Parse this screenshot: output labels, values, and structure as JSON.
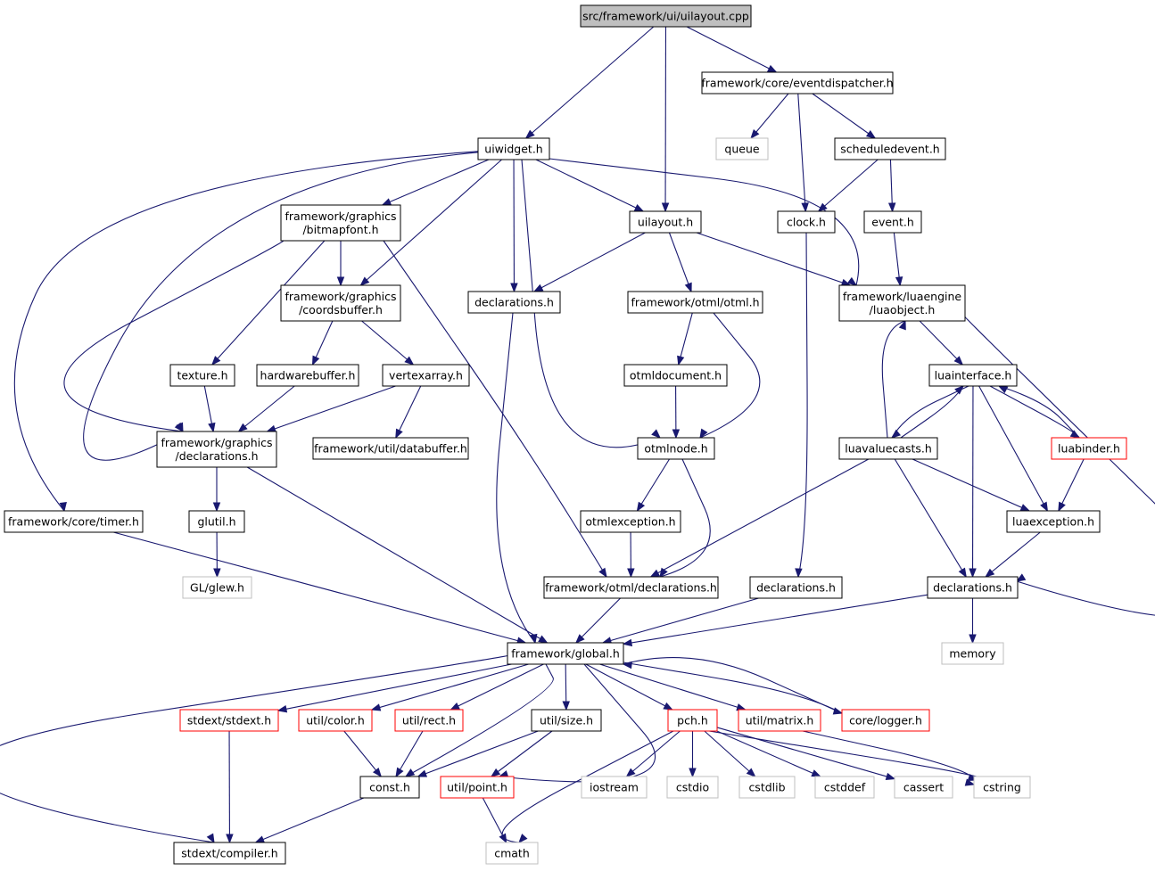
{
  "colors": {
    "edge": "#191970",
    "root_fill": "#bfbfbf",
    "normal_border": "#000000",
    "truncated_border": "#ff0000",
    "external_border": "#bfbfbf",
    "external_text": "#333333"
  },
  "nodes": {
    "root": {
      "kind": "root",
      "lines": [
        "src/framework/ui/uilayout.cpp"
      ]
    },
    "eventdispatcher": {
      "kind": "normal",
      "lines": [
        "framework/core/eventdispatcher.h"
      ]
    },
    "uiwidget": {
      "kind": "normal",
      "lines": [
        "uiwidget.h"
      ]
    },
    "queue": {
      "kind": "external",
      "lines": [
        "queue"
      ]
    },
    "scheduledevent": {
      "kind": "normal",
      "lines": [
        "scheduledevent.h"
      ]
    },
    "bitmapfont": {
      "kind": "normal",
      "lines": [
        "framework/graphics",
        "/bitmapfont.h"
      ]
    },
    "uilayout_h": {
      "kind": "normal",
      "lines": [
        "uilayout.h"
      ]
    },
    "clock": {
      "kind": "normal",
      "lines": [
        "clock.h"
      ]
    },
    "event": {
      "kind": "normal",
      "lines": [
        "event.h"
      ]
    },
    "coordsbuffer": {
      "kind": "normal",
      "lines": [
        "framework/graphics",
        "/coordsbuffer.h"
      ]
    },
    "ui_declarations": {
      "kind": "normal",
      "lines": [
        "declarations.h"
      ]
    },
    "otml": {
      "kind": "normal",
      "lines": [
        "framework/otml/otml.h"
      ]
    },
    "luaobject": {
      "kind": "normal",
      "lines": [
        "framework/luaengine",
        "/luaobject.h"
      ]
    },
    "texture": {
      "kind": "normal",
      "lines": [
        "texture.h"
      ]
    },
    "hardwarebuffer": {
      "kind": "normal",
      "lines": [
        "hardwarebuffer.h"
      ]
    },
    "vertexarray": {
      "kind": "normal",
      "lines": [
        "vertexarray.h"
      ]
    },
    "otmldocument": {
      "kind": "normal",
      "lines": [
        "otmldocument.h"
      ]
    },
    "luainterface": {
      "kind": "normal",
      "lines": [
        "luainterface.h"
      ]
    },
    "gfx_declarations": {
      "kind": "normal",
      "lines": [
        "framework/graphics",
        "/declarations.h"
      ]
    },
    "databuffer": {
      "kind": "normal",
      "lines": [
        "framework/util/databuffer.h"
      ]
    },
    "otmlnode": {
      "kind": "normal",
      "lines": [
        "otmlnode.h"
      ]
    },
    "luavaluecasts": {
      "kind": "normal",
      "lines": [
        "luavaluecasts.h"
      ]
    },
    "luabinder": {
      "kind": "truncated",
      "lines": [
        "luabinder.h"
      ]
    },
    "timer": {
      "kind": "normal",
      "lines": [
        "framework/core/timer.h"
      ]
    },
    "glutil": {
      "kind": "normal",
      "lines": [
        "glutil.h"
      ]
    },
    "otmlexception": {
      "kind": "normal",
      "lines": [
        "otmlexception.h"
      ]
    },
    "luaexception": {
      "kind": "normal",
      "lines": [
        "luaexception.h"
      ]
    },
    "glew": {
      "kind": "external",
      "lines": [
        "GL/glew.h"
      ]
    },
    "otml_declarations": {
      "kind": "normal",
      "lines": [
        "framework/otml/declarations.h"
      ]
    },
    "core_declarations": {
      "kind": "normal",
      "lines": [
        "declarations.h"
      ]
    },
    "lua_declarations": {
      "kind": "normal",
      "lines": [
        "declarations.h"
      ]
    },
    "global": {
      "kind": "normal",
      "lines": [
        "framework/global.h"
      ]
    },
    "memory": {
      "kind": "external",
      "lines": [
        "memory"
      ]
    },
    "stdext": {
      "kind": "truncated",
      "lines": [
        "stdext/stdext.h"
      ]
    },
    "color": {
      "kind": "truncated",
      "lines": [
        "util/color.h"
      ]
    },
    "rect": {
      "kind": "truncated",
      "lines": [
        "util/rect.h"
      ]
    },
    "size": {
      "kind": "normal",
      "lines": [
        "util/size.h"
      ]
    },
    "pch": {
      "kind": "truncated",
      "lines": [
        "pch.h"
      ]
    },
    "matrix": {
      "kind": "truncated",
      "lines": [
        "util/matrix.h"
      ]
    },
    "logger": {
      "kind": "truncated",
      "lines": [
        "core/logger.h"
      ]
    },
    "const": {
      "kind": "normal",
      "lines": [
        "const.h"
      ]
    },
    "point": {
      "kind": "truncated",
      "lines": [
        "util/point.h"
      ]
    },
    "iostream": {
      "kind": "external",
      "lines": [
        "iostream"
      ]
    },
    "cstdio": {
      "kind": "external",
      "lines": [
        "cstdio"
      ]
    },
    "cstdlib": {
      "kind": "external",
      "lines": [
        "cstdlib"
      ]
    },
    "cstddef": {
      "kind": "external",
      "lines": [
        "cstddef"
      ]
    },
    "cassert": {
      "kind": "external",
      "lines": [
        "cassert"
      ]
    },
    "cstring": {
      "kind": "external",
      "lines": [
        "cstring"
      ]
    },
    "compiler": {
      "kind": "normal",
      "lines": [
        "stdext/compiler.h"
      ]
    },
    "cmath": {
      "kind": "external",
      "lines": [
        "cmath"
      ]
    }
  },
  "edges": [
    [
      "root",
      "uiwidget"
    ],
    [
      "root",
      "uilayout_h"
    ],
    [
      "root",
      "eventdispatcher"
    ],
    [
      "eventdispatcher",
      "queue"
    ],
    [
      "eventdispatcher",
      "clock"
    ],
    [
      "eventdispatcher",
      "scheduledevent"
    ],
    [
      "scheduledevent",
      "clock"
    ],
    [
      "scheduledevent",
      "event"
    ],
    [
      "event",
      "luaobject"
    ],
    [
      "clock",
      "core_declarations"
    ],
    [
      "uiwidget",
      "timer"
    ],
    [
      "uiwidget",
      "gfx_declarations"
    ],
    [
      "uiwidget",
      "bitmapfont"
    ],
    [
      "uiwidget",
      "coordsbuffer"
    ],
    [
      "uiwidget",
      "ui_declarations"
    ],
    [
      "uiwidget",
      "otmlnode"
    ],
    [
      "uiwidget",
      "uilayout_h"
    ],
    [
      "uiwidget",
      "luaobject"
    ],
    [
      "uilayout_h",
      "ui_declarations"
    ],
    [
      "uilayout_h",
      "otml"
    ],
    [
      "uilayout_h",
      "luaobject"
    ],
    [
      "bitmapfont",
      "coordsbuffer"
    ],
    [
      "bitmapfont",
      "texture"
    ],
    [
      "bitmapfont",
      "gfx_declarations"
    ],
    [
      "bitmapfont",
      "otml_declarations"
    ],
    [
      "coordsbuffer",
      "hardwarebuffer"
    ],
    [
      "coordsbuffer",
      "vertexarray"
    ],
    [
      "texture",
      "gfx_declarations"
    ],
    [
      "hardwarebuffer",
      "gfx_declarations"
    ],
    [
      "vertexarray",
      "gfx_declarations"
    ],
    [
      "vertexarray",
      "databuffer"
    ],
    [
      "gfx_declarations",
      "glutil"
    ],
    [
      "gfx_declarations",
      "global"
    ],
    [
      "glutil",
      "glew"
    ],
    [
      "timer",
      "global"
    ],
    [
      "ui_declarations",
      "global"
    ],
    [
      "otml",
      "otmldocument"
    ],
    [
      "otml",
      "otmlnode"
    ],
    [
      "otmldocument",
      "otmlnode"
    ],
    [
      "otmlnode",
      "otmlexception"
    ],
    [
      "otmlnode",
      "otml_declarations"
    ],
    [
      "otmlexception",
      "otml_declarations"
    ],
    [
      "otml_declarations",
      "global"
    ],
    [
      "luaobject",
      "luainterface"
    ],
    [
      "luaobject",
      "lua_declarations"
    ],
    [
      "luainterface",
      "luavaluecasts"
    ],
    [
      "luainterface",
      "luabinder"
    ],
    [
      "luainterface",
      "luaexception"
    ],
    [
      "luainterface",
      "lua_declarations"
    ],
    [
      "luavaluecasts",
      "luaobject"
    ],
    [
      "luavaluecasts",
      "luainterface"
    ],
    [
      "luavaluecasts",
      "luaexception"
    ],
    [
      "luavaluecasts",
      "lua_declarations"
    ],
    [
      "luavaluecasts",
      "otml_declarations"
    ],
    [
      "luabinder",
      "luainterface"
    ],
    [
      "luabinder",
      "luaexception"
    ],
    [
      "luaexception",
      "lua_declarations"
    ],
    [
      "core_declarations",
      "global"
    ],
    [
      "lua_declarations",
      "global"
    ],
    [
      "lua_declarations",
      "memory"
    ],
    [
      "global",
      "stdext"
    ],
    [
      "global",
      "color"
    ],
    [
      "global",
      "rect"
    ],
    [
      "global",
      "size"
    ],
    [
      "global",
      "pch"
    ],
    [
      "global",
      "matrix"
    ],
    [
      "global",
      "logger"
    ],
    [
      "global",
      "const"
    ],
    [
      "global",
      "point"
    ],
    [
      "global",
      "compiler"
    ],
    [
      "logger",
      "global"
    ],
    [
      "stdext",
      "compiler"
    ],
    [
      "color",
      "const"
    ],
    [
      "rect",
      "const"
    ],
    [
      "size",
      "const"
    ],
    [
      "size",
      "point"
    ],
    [
      "point",
      "cmath"
    ],
    [
      "const",
      "compiler"
    ],
    [
      "pch",
      "iostream"
    ],
    [
      "pch",
      "cstdio"
    ],
    [
      "pch",
      "cstdlib"
    ],
    [
      "pch",
      "cstddef"
    ],
    [
      "pch",
      "cassert"
    ],
    [
      "pch",
      "cstring"
    ],
    [
      "pch",
      "cmath"
    ],
    [
      "matrix",
      "cstring"
    ]
  ]
}
